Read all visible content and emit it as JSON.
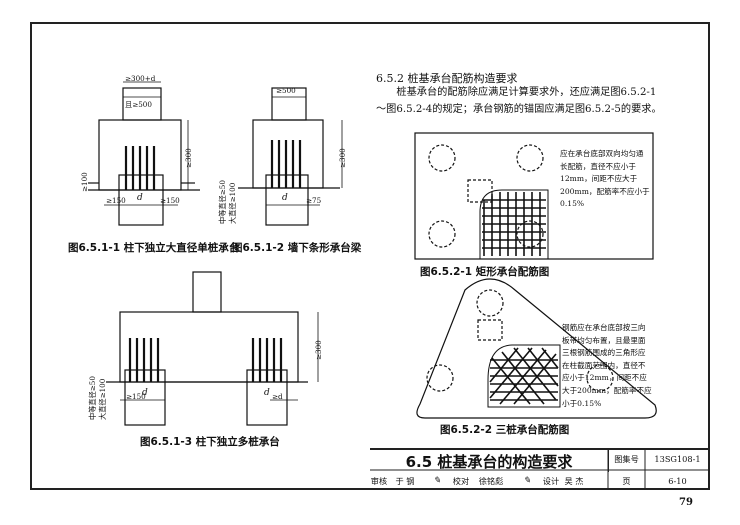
{
  "section": {
    "heading": "6.5.2 桩基承台配筋构造要求",
    "paragraph": "桩基承台的配筋除应满足计算要求外，还应满足图6.5.2-1～图6.5.2-4的规定；承台钢筋的锚固应满足图6.5.2-5的要求。"
  },
  "figures": {
    "fig1": {
      "caption": "图6.5.1-1 柱下独立大直径单桩承台",
      "dim_top": "≥300+d",
      "dim_top2": "且≥500",
      "dim_height": "≥300",
      "dim_bottom": "≥100",
      "dim_left": "≥150",
      "dim_right": "≥150",
      "d_label": "d"
    },
    "fig2": {
      "caption": "图6.5.1-2 墙下条形承台梁",
      "dim_top": "≥500",
      "dim_height": "≥300",
      "dim_side": "≥75",
      "vertical_label_1": "中等直径≥50",
      "vertical_label_2": "大直径≥100",
      "d_label": "d"
    },
    "fig3": {
      "caption": "图6.5.1-3 柱下独立多桩承台",
      "dim_height": "≥300",
      "dim_left": "≥150",
      "dim_mid": "≥d",
      "vertical_label_1": "中等直径≥50",
      "vertical_label_2": "大直径≥100",
      "d_label_1": "d",
      "d_label_2": "d"
    },
    "fig4": {
      "caption": "图6.5.2-1 矩形承台配筋图",
      "note": "应在承台底部双向均匀通长配筋，直径不应小于12mm，间距不应大于200mm，配筋率不应小于0.15%"
    },
    "fig5": {
      "caption": "图6.5.2-2 三桩承台配筋图",
      "note": "钢筋应在承台底部按三向板带均匀布置，且最里面三根钢筋围成的三角形应在柱截面范围内，直径不应小于12mm，间距不应大于200mm，配筋率不应小于0.15%"
    }
  },
  "title_block": {
    "title": "6.5 桩基承台的构造要求",
    "atlas_label": "图集号",
    "atlas_number": "13SG108-1",
    "review_label": "审核",
    "reviewer": "于 钢",
    "check_label": "校对",
    "checker": "徐铭彪",
    "design_label": "设计",
    "designer": "吴 杰",
    "page_label": "页",
    "page_value": "6-10"
  },
  "page_number": "79"
}
